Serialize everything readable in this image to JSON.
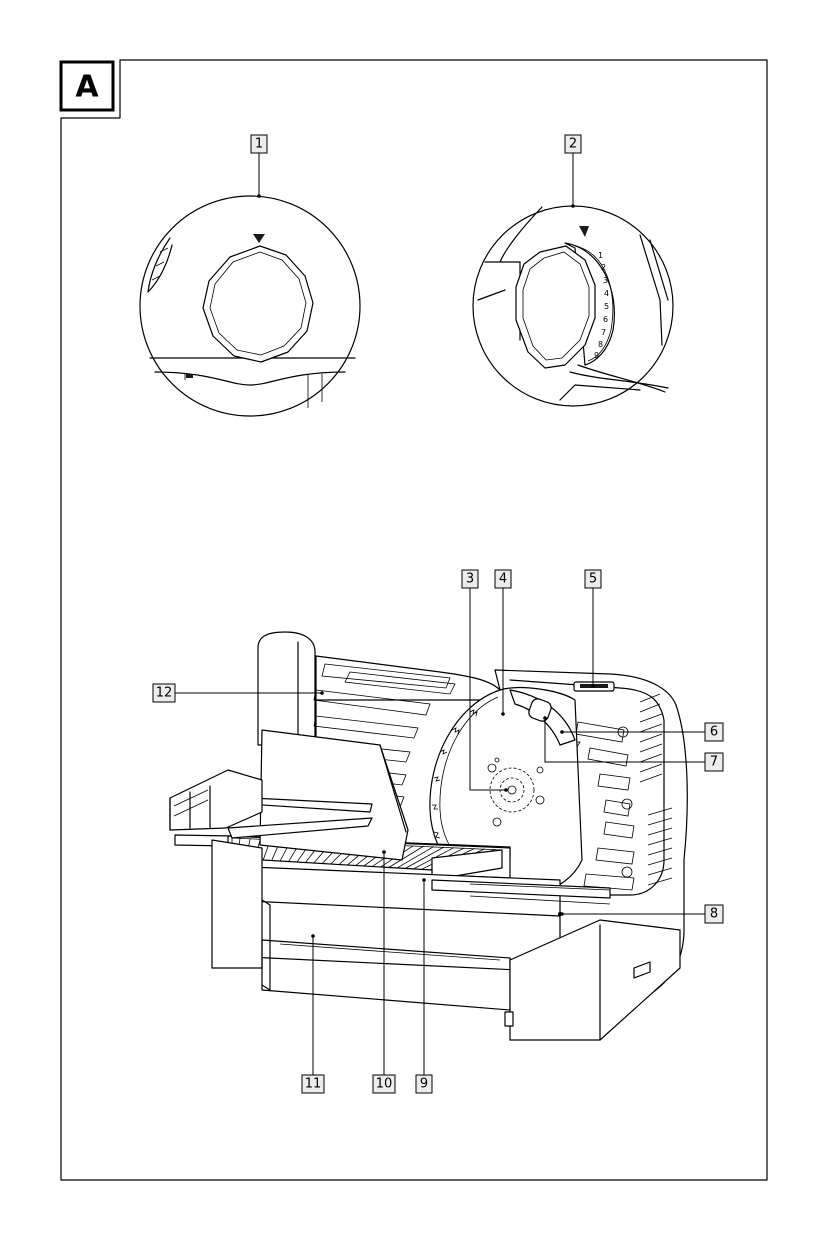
{
  "figure": {
    "section_label": "A",
    "callouts": [
      {
        "id": "c1",
        "text": "1"
      },
      {
        "id": "c2",
        "text": "2"
      },
      {
        "id": "c3",
        "text": "3"
      },
      {
        "id": "c4",
        "text": "4"
      },
      {
        "id": "c5",
        "text": "5"
      },
      {
        "id": "c6",
        "text": "6"
      },
      {
        "id": "c7",
        "text": "7"
      },
      {
        "id": "c8",
        "text": "8"
      },
      {
        "id": "c9",
        "text": "9"
      },
      {
        "id": "c10",
        "text": "10"
      },
      {
        "id": "c11",
        "text": "11"
      },
      {
        "id": "c12",
        "text": "12"
      }
    ],
    "dial_marks": [
      "1",
      "2",
      "3",
      "4",
      "5",
      "6",
      "7",
      "8",
      "9"
    ]
  }
}
